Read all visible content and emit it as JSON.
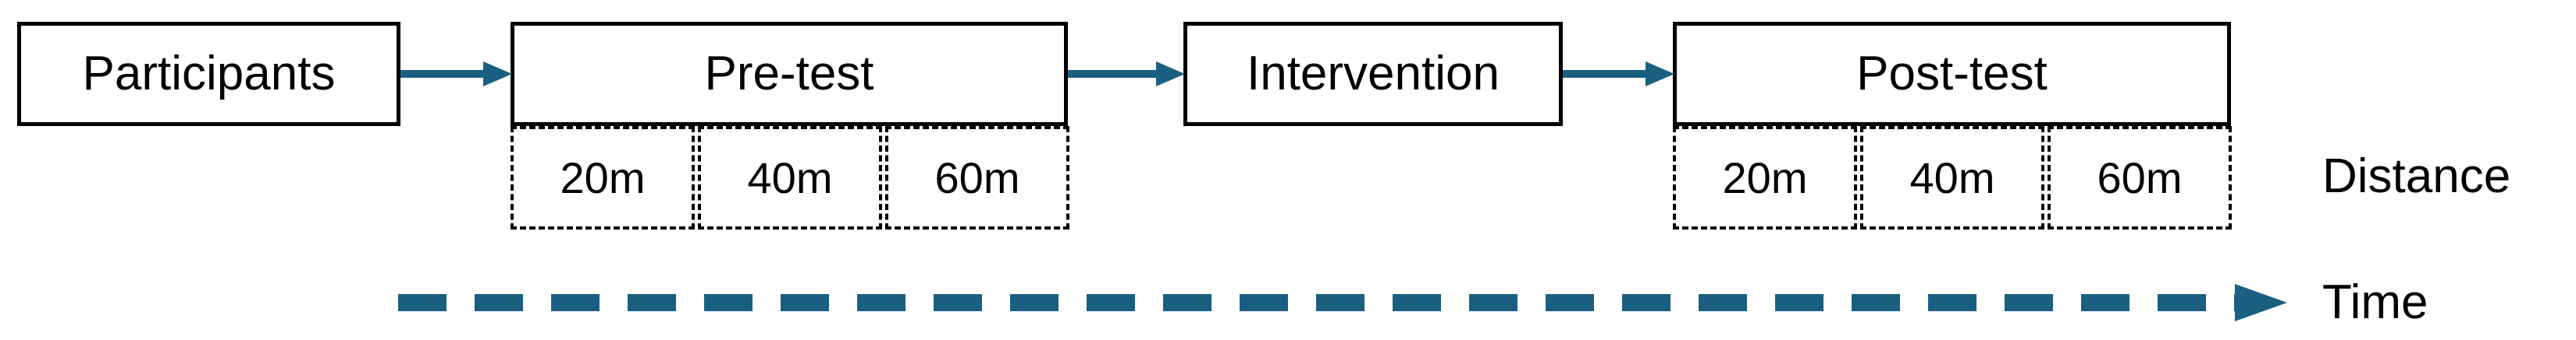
{
  "figure": {
    "type": "study-design-flow-diagram",
    "background_color": "#ffffff",
    "box_border_color": "#000000",
    "arrow_color": "#1a5f82",
    "text_color": "#000000"
  },
  "stages": [
    {
      "id": "participants",
      "label": "Participants",
      "has_distances": false
    },
    {
      "id": "pre-test",
      "label": "Pre-test",
      "has_distances": true
    },
    {
      "id": "intervention",
      "label": "Intervention",
      "has_distances": false
    },
    {
      "id": "post-test",
      "label": "Post-test",
      "has_distances": true
    }
  ],
  "distances": {
    "pre_test": [
      "20m",
      "40m",
      "60m"
    ],
    "post_test": [
      "20m",
      "40m",
      "60m"
    ]
  },
  "connectors": [
    {
      "from": "participants",
      "to": "pre-test",
      "style": "solid-arrow"
    },
    {
      "from": "pre-test",
      "to": "intervention",
      "style": "solid-arrow"
    },
    {
      "from": "intervention",
      "to": "post-test",
      "style": "solid-arrow"
    }
  ],
  "axes": {
    "distance_label": "Distance",
    "time_label": "Time",
    "time_arrow_style": "dashed-arrow"
  }
}
